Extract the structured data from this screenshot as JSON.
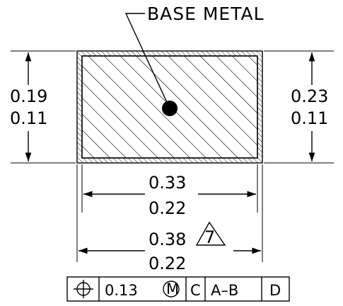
{
  "label": "BASE METAL",
  "dims": {
    "left_upper": "0.19",
    "left_lower": "0.11",
    "right_upper": "0.23",
    "right_lower": "0.11",
    "inner_width_upper": "0.33",
    "inner_width_lower": "0.22",
    "outer_width_upper": "0.38",
    "outer_width_lower": "0.22"
  },
  "note_flag": "7",
  "feature_control_frame": {
    "symbol": "position-icon",
    "tolerance": "0.13",
    "modifier": "M",
    "datum_primary": "C",
    "datum_secondary": "A–B",
    "datum_tertiary": "D"
  }
}
